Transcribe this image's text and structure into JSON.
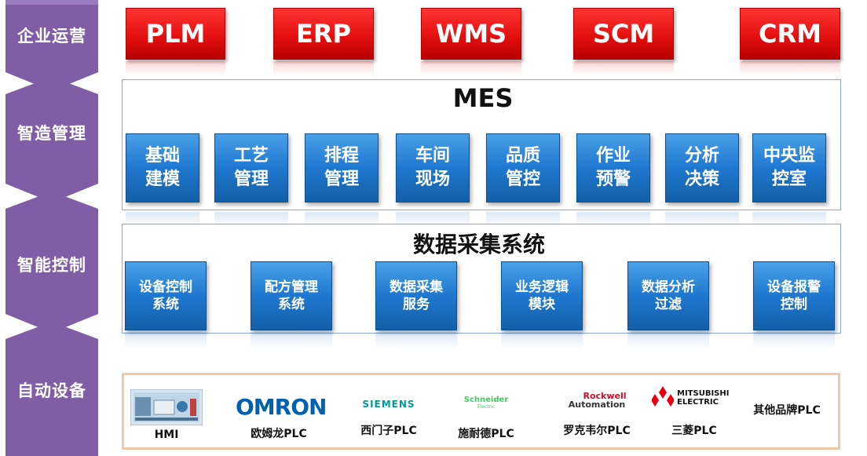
{
  "layers": [
    {
      "id": "enterprise",
      "label": "企业运营"
    },
    {
      "id": "manufacturing",
      "label": "智造管理"
    },
    {
      "id": "control",
      "label": "智能控制"
    },
    {
      "id": "automation",
      "label": "自动设备"
    }
  ],
  "enterprise_systems": [
    "PLM",
    "ERP",
    "WMS",
    "SCM",
    "CRM"
  ],
  "mes": {
    "title": "MES",
    "modules": [
      "基础\n建模",
      "工艺\n管理",
      "排程\n管理",
      "车间\n现场",
      "品质\n管控",
      "作业\n预警",
      "分析\n决策",
      "中央监\n控室"
    ]
  },
  "data_acquisition": {
    "title": "数据采集系统",
    "modules": [
      "设备控制\n系统",
      "配方管理\n系统",
      "数据采集\n服务",
      "业务逻辑\n模块",
      "数据分析\n过滤",
      "设备报警\n控制"
    ]
  },
  "devices": {
    "items": [
      {
        "label": "HMI",
        "logo_text": ""
      },
      {
        "label": "欧姆龙PLC",
        "logo_text": "OMRON"
      },
      {
        "label": "西门子PLC",
        "logo_text": "SIEMENS"
      },
      {
        "label": "施耐德PLC",
        "logo_text": "Schneider",
        "logo_sub": "Electric"
      },
      {
        "label": "罗克韦尔PLC",
        "logo_text": "Rockwell",
        "logo_sub": "Automation"
      },
      {
        "label": "三菱PLC",
        "logo_text": "MITSUBISHI",
        "logo_sub": "ELECTRIC"
      },
      {
        "label": "其他品牌PLC",
        "logo_text": ""
      }
    ]
  },
  "colors": {
    "chevron": "#7f5ea6",
    "enterprise_red": "#e41010",
    "module_blue": "#1f78cf",
    "device_border": "#f0c8a8",
    "omron_blue": "#0061b0",
    "siemens_teal": "#009999",
    "schneider_green": "#3dcd58",
    "rockwell_red": "#c8102e",
    "mitsubishi_red": "#e60012"
  }
}
